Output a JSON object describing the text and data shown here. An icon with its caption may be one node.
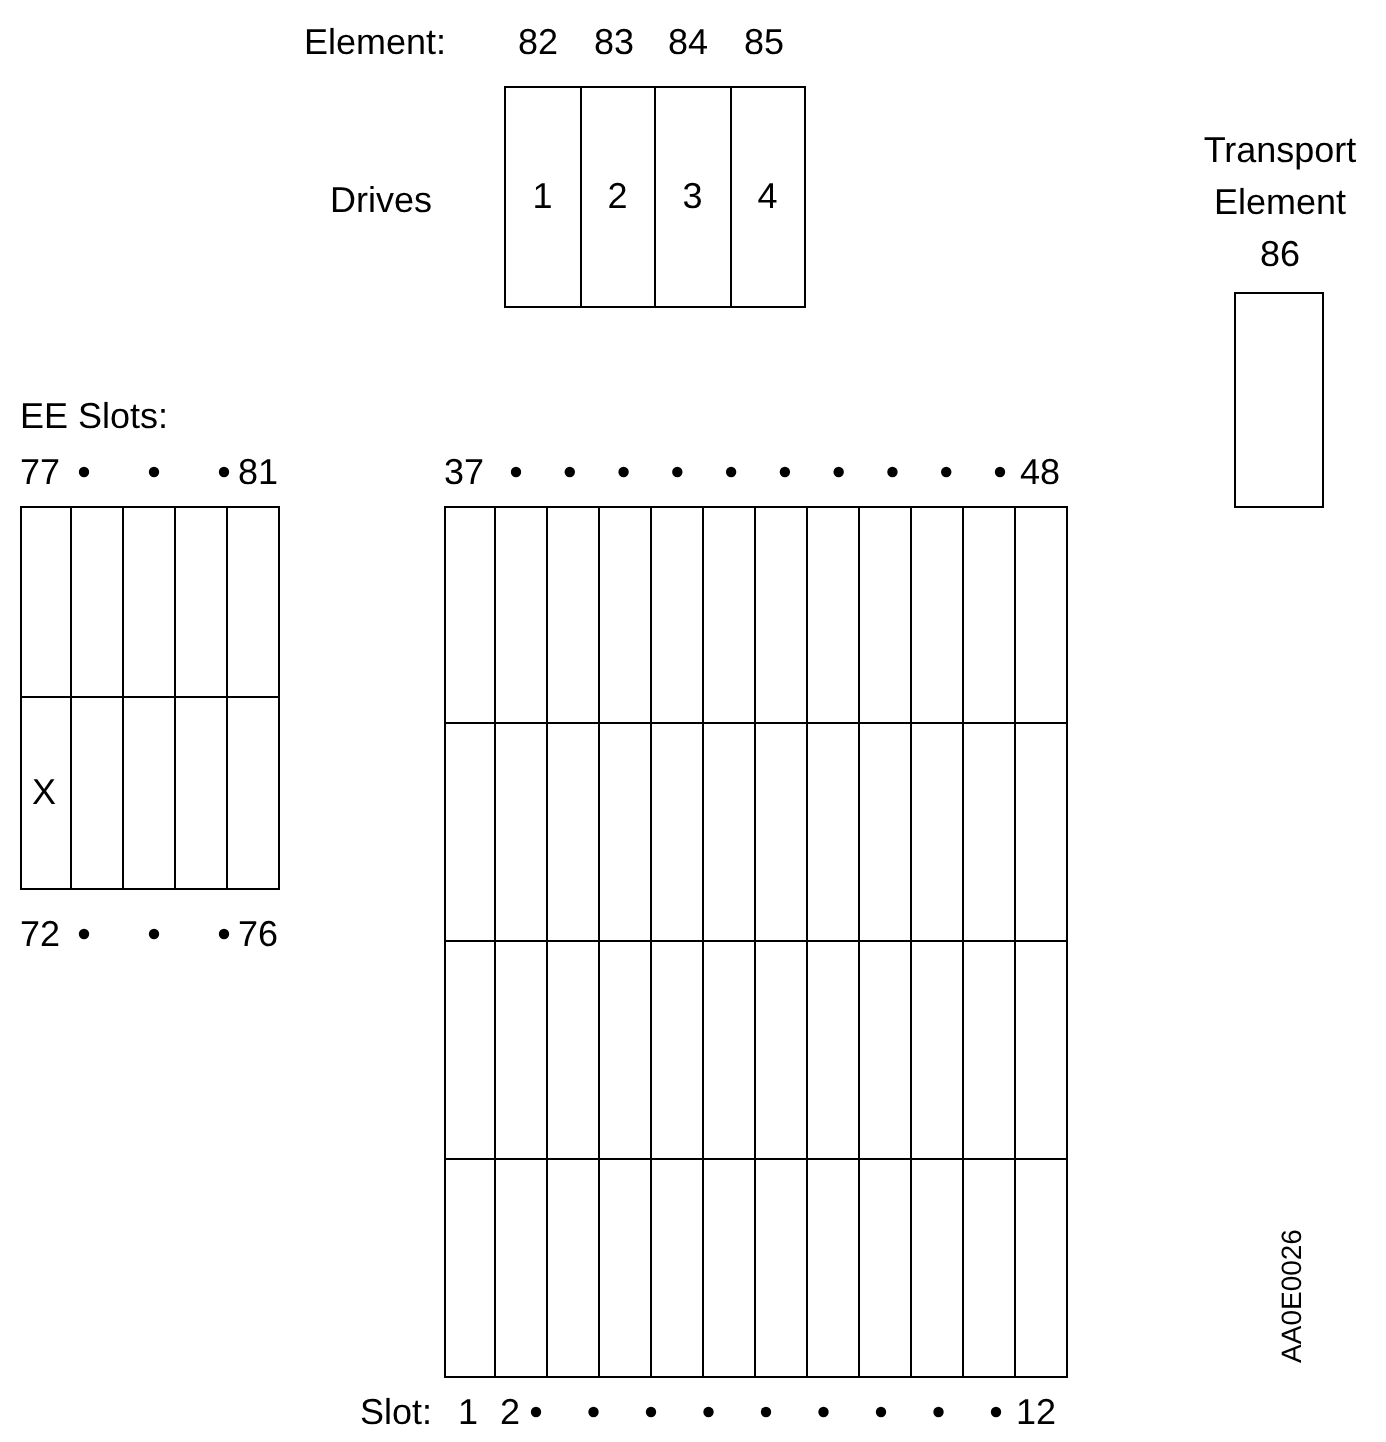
{
  "diagram": {
    "nodes": [
      {
        "text": [
          "1"
        ]
      },
      {
        "text": [
          "2"
        ]
      },
      {
        "text": [
          "3"
        ]
      },
      {
        "text": [
          "4"
        ]
      },
      {
        "text": [
          "Transport Element 86"
        ]
      },
      {
        "text": [],
        "shape": "box"
      },
      {
        "text": [],
        "shape": "box"
      },
      {
        "text": [],
        "shape": "box"
      },
      {
        "text": [],
        "shape": "box"
      },
      {
        "text": [],
        "shape": "box"
      },
      {
        "text": [
          "X"
        ]
      },
      {
        "text": [],
        "shape": "box"
      },
      {
        "text": [],
        "shape": "box"
      },
      {
        "text": [],
        "shape": "box"
      },
      {
        "text": [],
        "shape": "box"
      },
      {
        "text": [],
        "shape": "box"
      },
      {
        "text": [],
        "shape": "box"
      },
      {
        "text": [],
        "shape": "box"
      },
      {
        "text": [],
        "shape": "box"
      },
      {
        "text": [],
        "shape": "box"
      },
      {
        "text": [],
        "shape": "box"
      },
      {
        "text": [],
        "shape": "box"
      },
      {
        "text": [],
        "shape": "box"
      },
      {
        "text": [],
        "shape": "box"
      },
      {
        "text": [],
        "shape": "box"
      },
      {
        "text": [],
        "shape": "box"
      },
      {
        "text": [],
        "shape": "box"
      },
      {
        "text": [],
        "shape": "box"
      },
      {
        "text": [],
        "shape": "box"
      },
      {
        "text": [],
        "shape": "box"
      },
      {
        "text": [],
        "shape": "box"
      },
      {
        "text": [],
        "shape": "box"
      },
      {
        "text": [],
        "shape": "box"
      },
      {
        "text": [],
        "shape": "box"
      },
      {
        "text": [],
        "shape": "box"
      },
      {
        "text": [],
        "shape": "box"
      },
      {
        "text": [],
        "shape": "box"
      },
      {
        "text": [],
        "shape": "box"
      },
      {
        "text": [],
        "shape": "box"
      },
      {
        "text": [],
        "shape": "box"
      },
      {
        "text": [],
        "shape": "box"
      },
      {
        "text": [],
        "shape": "box"
      },
      {
        "text": [],
        "shape": "box"
      },
      {
        "text": [],
        "shape": "box"
      },
      {
        "text": [],
        "shape": "box"
      },
      {
        "text": [],
        "shape": "box"
      },
      {
        "text": [],
        "shape": "box"
      },
      {
        "text": [],
        "shape": "box"
      },
      {
        "text": [],
        "shape": "box"
      },
      {
        "text": [],
        "shape": "box"
      },
      {
        "text": [],
        "shape": "box"
      },
      {
        "text": [],
        "shape": "box"
      },
      {
        "text": [],
        "shape": "box"
      },
      {
        "text": [],
        "shape": "box"
      },
      {
        "text": [],
        "shape": "box"
      },
      {
        "text": [],
        "shape": "box"
      },
      {
        "text": [],
        "shape": "box"
      },
      {
        "text": [],
        "shape": "box"
      },
      {
        "text": [],
        "shape": "box"
      },
      {
        "text": [],
        "shape": "box"
      },
      {
        "text": [],
        "shape": "box"
      },
      {
        "text": [],
        "shape": "box"
      },
      {
        "text": [],
        "shape": "box"
      }
    ],
    "labels": [
      "Element:",
      "82",
      "83",
      "84",
      "85",
      "Drives",
      "EE Slots:",
      "77",
      "81",
      "37",
      "48",
      "72",
      "76",
      "Slot:",
      "1",
      "2",
      "12",
      "AA0E0026"
    ]
  }
}
